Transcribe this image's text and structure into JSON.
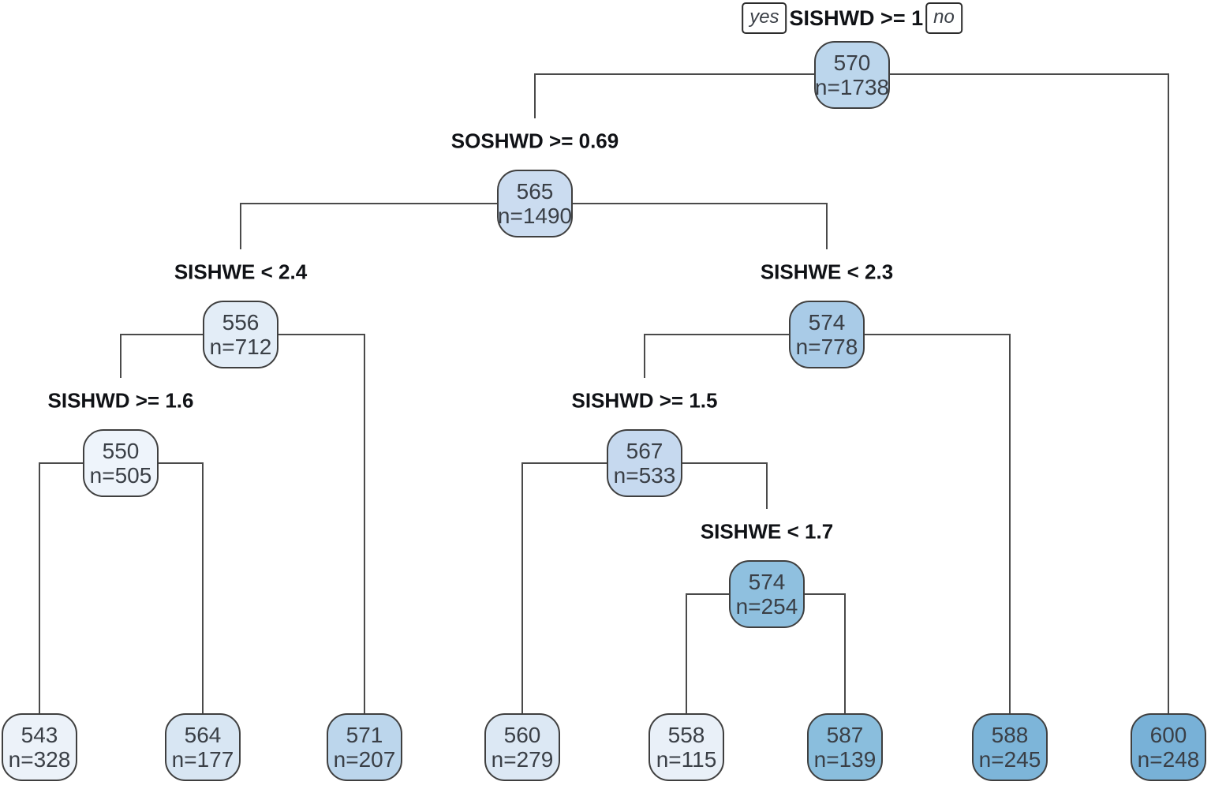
{
  "figure": {
    "type": "decision-tree",
    "description": "rpart-style regression tree, blue gradient nodes (darker = higher value)",
    "edge_labels": {
      "yes": "yes",
      "no": "no"
    },
    "line_color": "#4a4a4a",
    "node_border_color": "#3f3f3f",
    "nodes": [
      {
        "id": "root",
        "value": "570",
        "count": "n=1738",
        "split": "SISHWD >= 1",
        "fill": "#bcd6ec",
        "children": [
          1,
          14
        ]
      },
      {
        "id": "soshwd069",
        "value": "565",
        "count": "n=1490",
        "split": "SOSHWD >= 0.69",
        "fill": "#cbdcf0",
        "children": [
          2,
          3
        ]
      },
      {
        "id": "sishwe24",
        "value": "556",
        "count": "n=712",
        "split": "SISHWE < 2.4",
        "fill": "#e3edf7",
        "children": [
          4,
          9
        ]
      },
      {
        "id": "sishwe23",
        "value": "574",
        "count": "n=778",
        "split": "SISHWE < 2.3",
        "fill": "#a9cbe7",
        "children": [
          5,
          13
        ]
      },
      {
        "id": "sishwd16",
        "value": "550",
        "count": "n=505",
        "split": "SISHWD >= 1.6",
        "fill": "#eef4fb",
        "children": [
          7,
          8
        ]
      },
      {
        "id": "sishwd15",
        "value": "567",
        "count": "n=533",
        "split": "SISHWD >= 1.5",
        "fill": "#c6d9ef",
        "children": [
          10,
          6
        ]
      },
      {
        "id": "sishwe17",
        "value": "574",
        "count": "n=254",
        "split": "SISHWE < 1.7",
        "fill": "#8fc0df",
        "children": [
          11,
          12
        ]
      },
      {
        "id": "leaf543",
        "value": "543",
        "count": "n=328",
        "fill": "#ecf2f9"
      },
      {
        "id": "leaf564",
        "value": "564",
        "count": "n=177",
        "fill": "#d8e6f3"
      },
      {
        "id": "leaf571",
        "value": "571",
        "count": "n=207",
        "fill": "#bcd6ec"
      },
      {
        "id": "leaf560",
        "value": "560",
        "count": "n=279",
        "fill": "#dce8f4"
      },
      {
        "id": "leaf558",
        "value": "558",
        "count": "n=115",
        "fill": "#e9f0f8"
      },
      {
        "id": "leaf587",
        "value": "587",
        "count": "n=139",
        "fill": "#8abedd"
      },
      {
        "id": "leaf588",
        "value": "588",
        "count": "n=245",
        "fill": "#7db5d9"
      },
      {
        "id": "leaf600",
        "value": "600",
        "count": "n=248",
        "fill": "#78b1d7"
      }
    ]
  }
}
